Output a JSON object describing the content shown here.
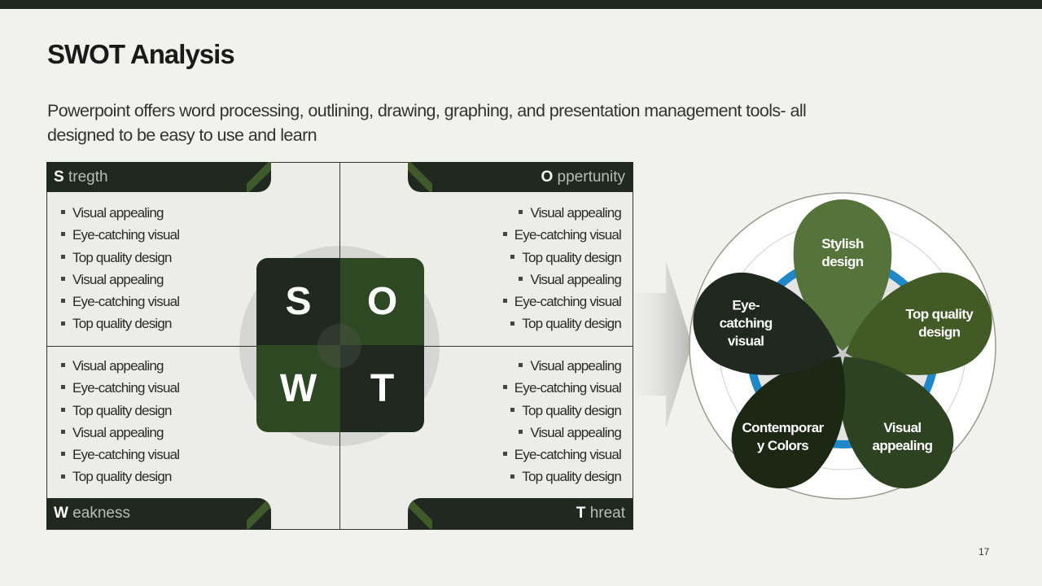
{
  "title": "SWOT Analysis",
  "subtitle": "Powerpoint offers word processing, outlining, drawing, graphing, and presentation management tools- all designed to be easy to use and learn",
  "quadrants": {
    "s": {
      "letter": "S",
      "rest": "tregth",
      "items": [
        "Visual appealing",
        "Eye-catching visual",
        "Top quality design",
        "Visual appealing",
        "Eye-catching visual",
        "Top quality design"
      ]
    },
    "o": {
      "letter": "O",
      "rest": "ppertunity",
      "items": [
        "Visual appealing",
        "Eye-catching visual",
        "Top quality design",
        "Visual appealing",
        "Eye-catching visual",
        "Top quality design"
      ]
    },
    "w": {
      "letter": "W",
      "rest": "eakness",
      "items": [
        "Visual appealing",
        "Eye-catching visual",
        "Top quality design",
        "Visual appealing",
        "Eye-catching visual",
        "Top quality design"
      ]
    },
    "t": {
      "letter": "T",
      "rest": "hreat",
      "items": [
        "Visual appealing",
        "Eye-catching visual",
        "Top quality design",
        "Visual appealing",
        "Eye-catching visual",
        "Top quality design"
      ]
    }
  },
  "tile": {
    "s": "S",
    "o": "O",
    "w": "W",
    "t": "T"
  },
  "petals": [
    {
      "lines": [
        "Stylish",
        "design"
      ],
      "color": "#55733a"
    },
    {
      "lines": [
        "Top quality",
        "design"
      ],
      "color": "#415a26"
    },
    {
      "lines": [
        "Visual",
        "appealing"
      ],
      "color": "#2d4220"
    },
    {
      "lines": [
        "Contemporar",
        "y Colors"
      ],
      "color": "#1c2814"
    },
    {
      "lines": [
        "Eye-",
        "catching",
        "visual"
      ],
      "color": "#202820"
    }
  ],
  "page_number": "17"
}
